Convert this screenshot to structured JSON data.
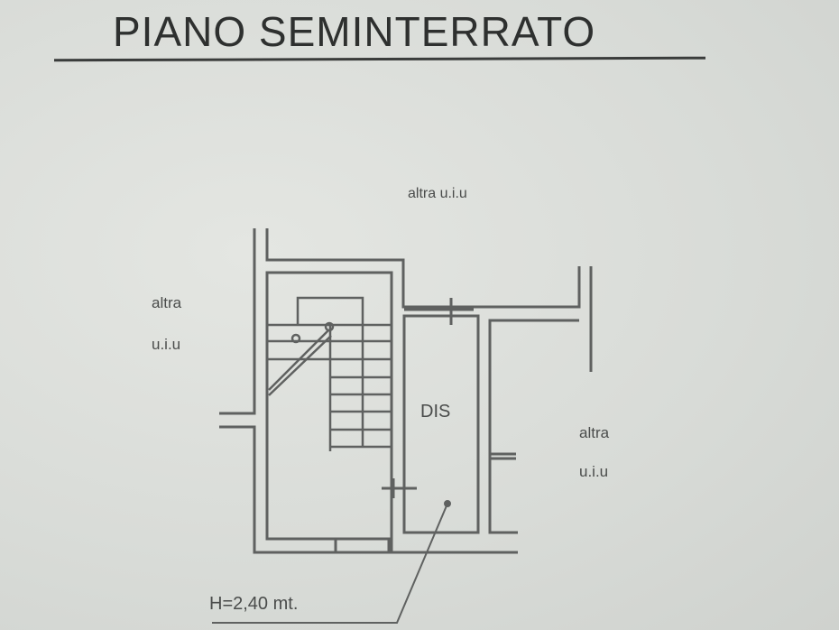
{
  "title": "PIANO SEMINTERRATO",
  "labels": {
    "top_neighbor": "altra u.i.u",
    "left_neighbor_line1": "altra",
    "left_neighbor_line2": "u.i.u",
    "right_neighbor_line1": "altra",
    "right_neighbor_line2": "u.i.u",
    "room": "DIS",
    "height_note": "H=2,40 mt."
  },
  "colors": {
    "line": "#5a5c5b",
    "paper": "#dcdfdb"
  }
}
